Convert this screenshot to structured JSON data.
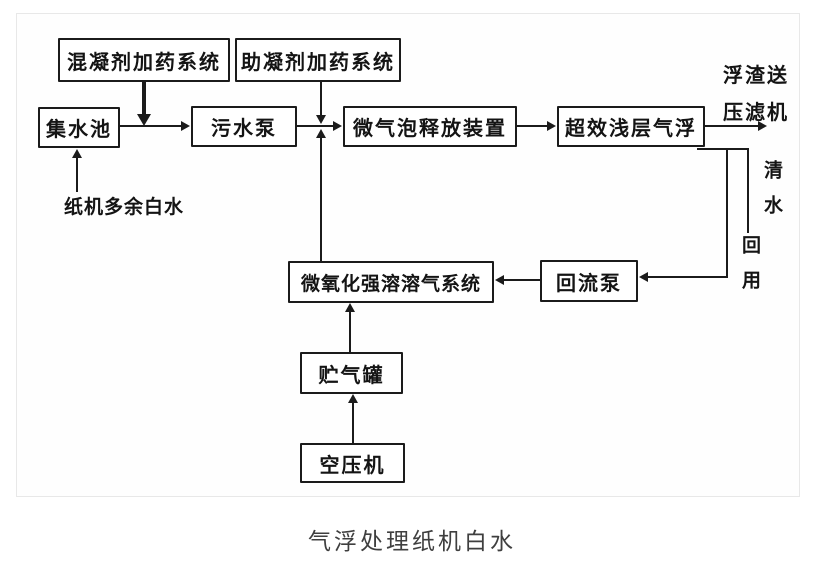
{
  "diagram": {
    "caption": "气浮处理纸机白水",
    "nodes": {
      "coagulant_dosing": "混凝剂加药系统",
      "flocculant_dosing": "助凝剂加药系统",
      "collection_tank": "集水池",
      "sewage_pump": "污水泵",
      "microbubble_release": "微气泡释放装置",
      "shallow_flotation": "超效浅层气浮",
      "dissolved_gas_system": "微氧化强溶溶气系统",
      "return_pump": "回流泵",
      "gas_storage_tank": "贮气罐",
      "air_compressor": "空压机"
    },
    "labels": {
      "scum_line1": "浮渣送",
      "scum_line2": "压滤机",
      "clear_water": "清水",
      "reuse": "回用",
      "white_water_in": "纸机多余白水"
    },
    "edges": [
      {
        "from": "纸机多余白水",
        "to": "集水池"
      },
      {
        "from": "混凝剂加药系统",
        "to": "集水池→污水泵管线"
      },
      {
        "from": "集水池",
        "to": "污水泵"
      },
      {
        "from": "助凝剂加药系统",
        "to": "污水泵→微气泡释放装置管线"
      },
      {
        "from": "微氧化强溶溶气系统",
        "to": "污水泵→微气泡释放装置管线"
      },
      {
        "from": "污水泵",
        "to": "微气泡释放装置"
      },
      {
        "from": "微气泡释放装置",
        "to": "超效浅层气浮"
      },
      {
        "from": "超效浅层气浮",
        "to": "浮渣送压滤机"
      },
      {
        "from": "超效浅层气浮",
        "to": "清水回用"
      },
      {
        "from": "超效浅层气浮",
        "to": "回流泵"
      },
      {
        "from": "回流泵",
        "to": "微氧化强溶溶气系统"
      },
      {
        "from": "贮气罐",
        "to": "微氧化强溶溶气系统"
      },
      {
        "from": "空压机",
        "to": "贮气罐"
      }
    ],
    "colors": {
      "ink": "#1b1b1b",
      "caption_text": "#3f3f3f",
      "frame_border": "#e8e8e8",
      "background": "#ffffff"
    }
  }
}
